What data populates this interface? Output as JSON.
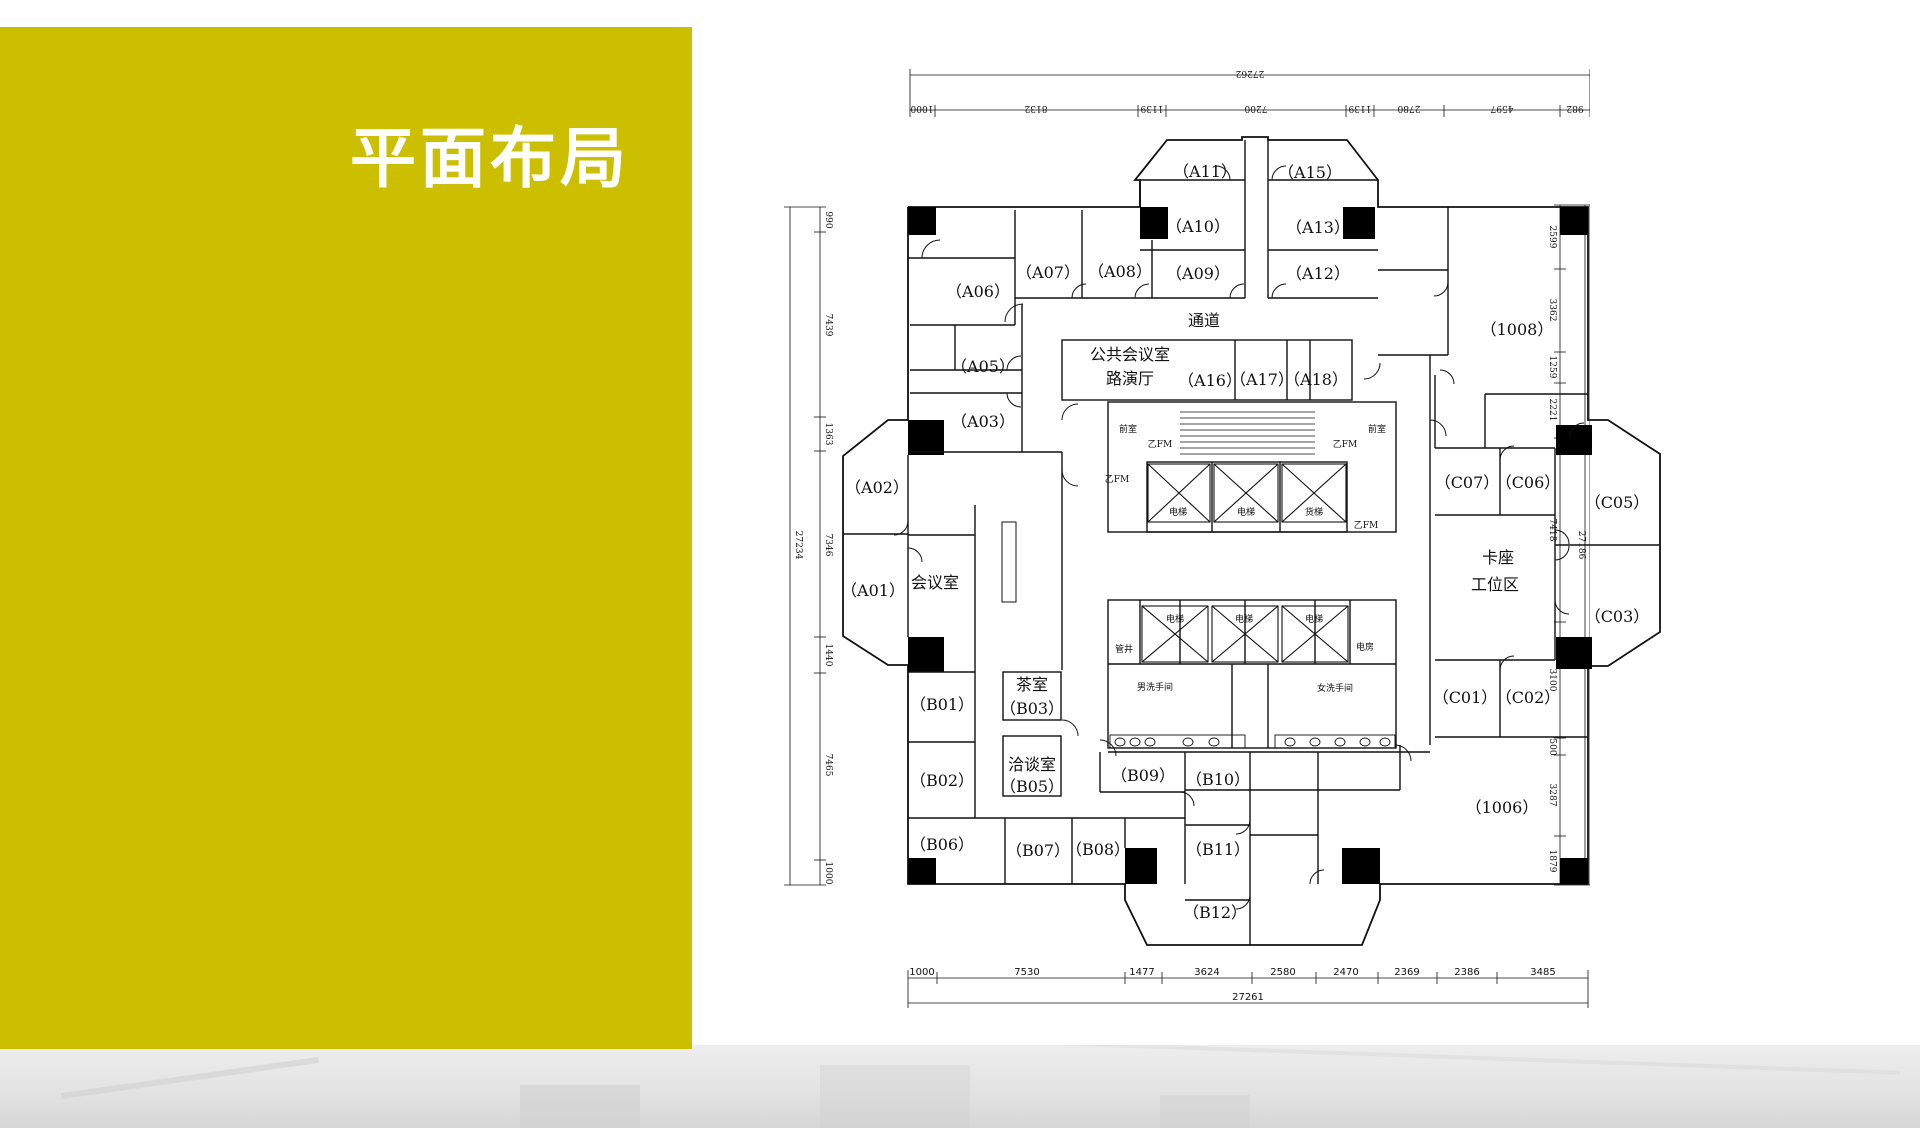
{
  "title": "平面布局",
  "colors": {
    "panel": "#cbbf00",
    "line": "#111111",
    "pillar": "#000000",
    "background": "#ffffff"
  },
  "plan": {
    "rooms": [
      {
        "id": "A01",
        "label": "（A01）"
      },
      {
        "id": "A02",
        "label": "（A02）"
      },
      {
        "id": "A03",
        "label": "（A03）"
      },
      {
        "id": "A05",
        "label": "（A05）"
      },
      {
        "id": "A06",
        "label": "（A06）"
      },
      {
        "id": "A07",
        "label": "（A07）"
      },
      {
        "id": "A08",
        "label": "（A08）"
      },
      {
        "id": "A09",
        "label": "（A09）"
      },
      {
        "id": "A10",
        "label": "（A10）"
      },
      {
        "id": "A11",
        "label": "（A11）"
      },
      {
        "id": "A12",
        "label": "（A12）"
      },
      {
        "id": "A13",
        "label": "（A13）"
      },
      {
        "id": "A15",
        "label": "（A15）"
      },
      {
        "id": "A16",
        "label": "（A16）"
      },
      {
        "id": "A17",
        "label": "（A17）"
      },
      {
        "id": "A18",
        "label": "（A18）"
      },
      {
        "id": "B01",
        "label": "（B01）"
      },
      {
        "id": "B02",
        "label": "（B02）"
      },
      {
        "id": "B03",
        "label": "（B03）"
      },
      {
        "id": "B05",
        "label": "（B05）"
      },
      {
        "id": "B06",
        "label": "（B06）"
      },
      {
        "id": "B07",
        "label": "（B07）"
      },
      {
        "id": "B08",
        "label": "（B08）"
      },
      {
        "id": "B09",
        "label": "（B09）"
      },
      {
        "id": "B10",
        "label": "（B10）"
      },
      {
        "id": "B11",
        "label": "（B11）"
      },
      {
        "id": "B12",
        "label": "（B12）"
      },
      {
        "id": "C01",
        "label": "（C01）"
      },
      {
        "id": "C02",
        "label": "（C02）"
      },
      {
        "id": "C03",
        "label": "（C03）"
      },
      {
        "id": "C05",
        "label": "（C05）"
      },
      {
        "id": "C06",
        "label": "（C06）"
      },
      {
        "id": "C07",
        "label": "（C07）"
      },
      {
        "id": "1006",
        "label": "（1006）"
      },
      {
        "id": "1008",
        "label": "（1008）"
      }
    ],
    "labels": {
      "corridor": "通道",
      "public_meeting": "公共会议室",
      "roadshow": "路演厅",
      "meeting_room": "会议室",
      "tea_room": "茶室",
      "negotiation_room": "洽谈室",
      "booth": "卡座",
      "workstation": "工位区",
      "front_room_left": "前室",
      "front_room_right": "前室",
      "elevator": "电梯",
      "freight_elevator": "货梯",
      "pipe_shaft": "管井",
      "electrical_room": "电房",
      "mens_toilet": "男洗手间",
      "womens_toilet": "女洗手间",
      "fire_door": "乙FM"
    },
    "dimensions": {
      "top_total": "27262",
      "top_segments": [
        "1000",
        "8132",
        "1139",
        "7200",
        "1139",
        "2780",
        "4597",
        "982"
      ],
      "bottom_total": "27261",
      "bottom_segments": [
        "1000",
        "7530",
        "1477",
        "3624",
        "2580",
        "2470",
        "2369",
        "2386",
        "3485"
      ],
      "left_total": "27234",
      "left_segments": [
        "990",
        "7439",
        "1363",
        "7346",
        "1440",
        "7465",
        "1000"
      ],
      "right_total": "27186",
      "right_segments": [
        "2599",
        "3362",
        "1259",
        "2221",
        "7418",
        "3100",
        "500",
        "3287",
        "1879"
      ]
    }
  }
}
